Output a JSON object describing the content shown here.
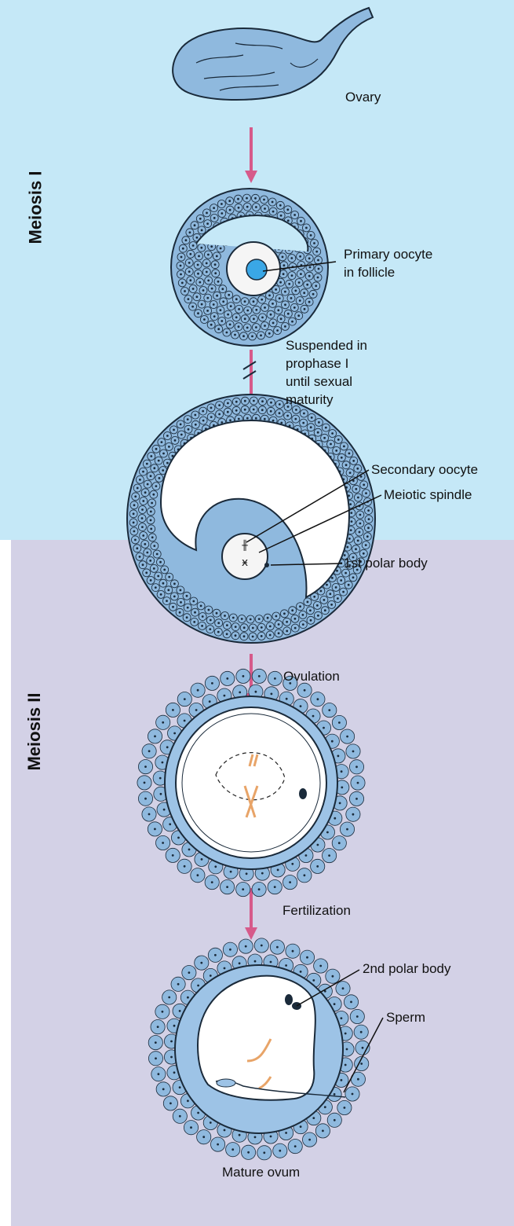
{
  "phases": {
    "meiosis_1": "Meiosis I",
    "meiosis_2": "Meiosis II"
  },
  "labels": {
    "ovary": "Ovary",
    "primary_oocyte_line1": "Primary oocyte",
    "primary_oocyte_line2": "in follicle",
    "suspended_line1": "Suspended in",
    "suspended_line2": "prophase I",
    "suspended_line3": "until sexual",
    "suspended_line4": "maturity",
    "secondary_oocyte": "Secondary oocyte",
    "meiotic_spindle": "Meiotic spindle",
    "first_polar_body": "1st polar body",
    "ovulation": "Ovulation",
    "fertilization": "Fertilization",
    "second_polar_body": "2nd polar body",
    "sperm": "Sperm",
    "mature_ovum": "Mature ovum"
  },
  "colors": {
    "meiosis_1_background": "#c5e8f7",
    "meiosis_2_background": "#d3d1e6",
    "cell_fill": "#8fb9de",
    "zona_fill": "#9dc3e6",
    "nucleus_fill": "#3aa7e6",
    "arrow": "#d65a8a",
    "chromosome": "#e8a468"
  }
}
